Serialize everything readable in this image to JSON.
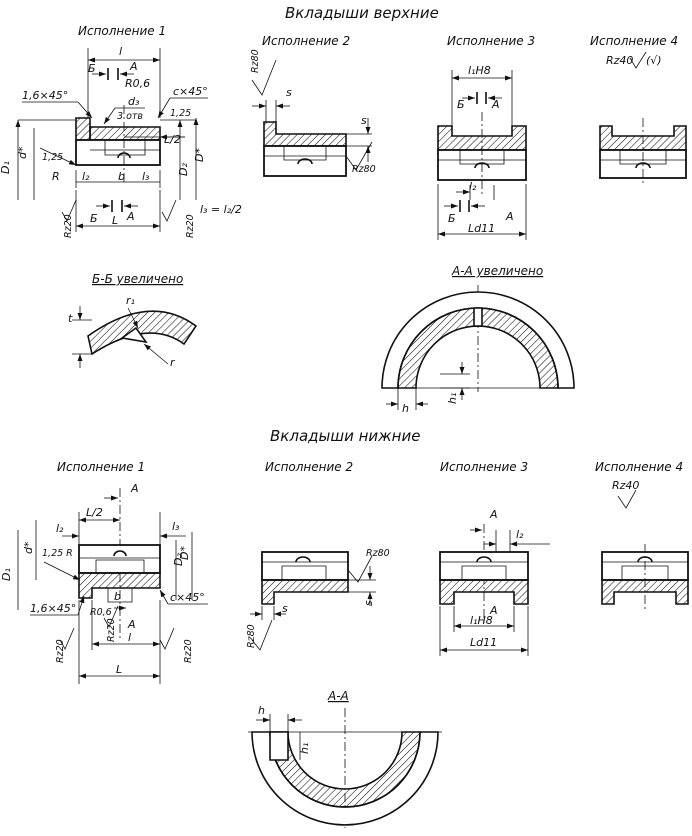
{
  "headings": {
    "upper": "Вкладыши верхние",
    "lower": "Вкладыши нижние"
  },
  "upper": {
    "v1": {
      "title": "Исполнение 1",
      "labels": {
        "l": "l",
        "B": "Б",
        "A": "A",
        "R06": "R0,6",
        "cham16": "1,6×45°",
        "d3": "d₃",
        "holes": "3 отв",
        "cx45": "c×45°",
        "d125": "1,25",
        "R125": "1,25",
        "L2": "L/2",
        "D1": "D₁",
        "d": "d*",
        "R": "R",
        "D2": "D₂",
        "D": "D*",
        "l2": "l₂",
        "b": "b",
        "l3": "l₃",
        "B2": "Б",
        "A2": "A",
        "L": "L",
        "Rz20a": "Rz20",
        "Rz20b": "Rz20",
        "formula": "l₃ = l₂/2"
      }
    },
    "v2": {
      "title": "Исполнение 2",
      "labels": {
        "Rz80a": "Rz80",
        "s1": "s",
        "s2": "s",
        "Rz80b": "Rz80"
      }
    },
    "v3": {
      "title": "Исполнение 3",
      "labels": {
        "l1H8": "l₁H8",
        "B": "Б",
        "A": "A",
        "l2": "l₂",
        "B2": "Б",
        "Ld11": "Ld11",
        "A2": "A"
      }
    },
    "v4": {
      "title": "Исполнение 4",
      "labels": {
        "rz": "Rz40",
        "rzTail": "(√)"
      }
    }
  },
  "sections": {
    "bb": {
      "title": "Б-Б увеличено",
      "labels": {
        "t": "t",
        "r1": "r₁",
        "r": "r"
      }
    },
    "aa_up": {
      "title": "А-А увеличено",
      "labels": {
        "h": "h",
        "h1": "h₁"
      }
    },
    "aa_low": {
      "title": "А-А",
      "labels": {
        "h": "h",
        "h1": "h₁"
      }
    }
  },
  "lower": {
    "v1": {
      "title": "Исполнение 1",
      "labels": {
        "A": "A",
        "L2": "L/2",
        "l2": "l₂",
        "l3": "l₃",
        "D1": "D₁",
        "d": "d*",
        "R125": "1,25 R",
        "D2": "D₂",
        "D": "D*",
        "cham16": "1,6×45°",
        "R06": "R0,6",
        "b": "b",
        "cx45": "c×45°",
        "A2": "A",
        "Rz20a": "Rz20",
        "Rz20b": "Rz20",
        "Rz20c": "Rz20",
        "l": "l",
        "L": "L"
      }
    },
    "v2": {
      "title": "Исполнение 2",
      "labels": {
        "Rz80a": "Rz80",
        "s1": "s",
        "s2": "s",
        "Rz80b": "Rz80"
      }
    },
    "v3": {
      "title": "Исполнение 3",
      "labels": {
        "A": "A",
        "l2": "l₂",
        "A2": "A",
        "l1H8": "l₁H8",
        "Ld11": "Ld11"
      }
    },
    "v4": {
      "title": "Исполнение 4",
      "labels": {
        "rz": "Rz40"
      }
    }
  }
}
